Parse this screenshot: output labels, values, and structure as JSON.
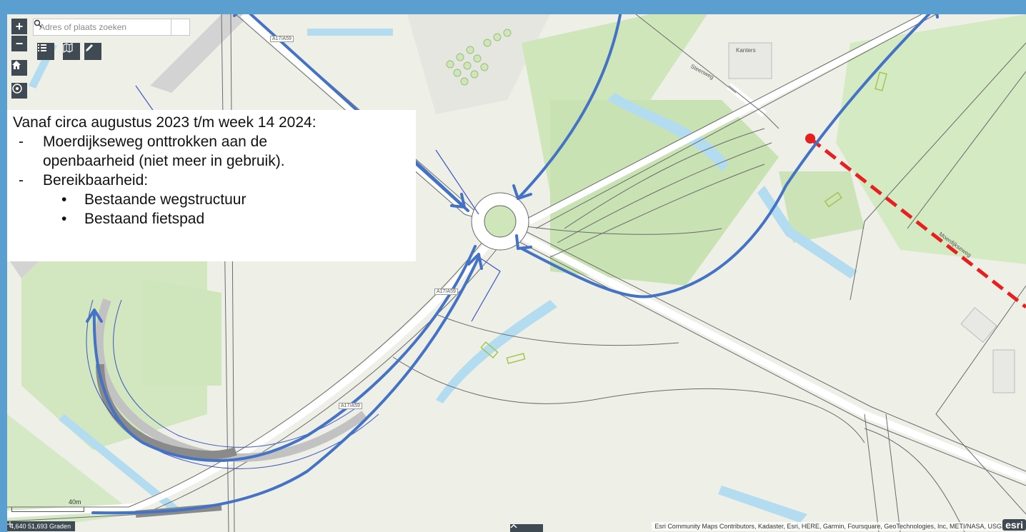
{
  "search": {
    "placeholder": "Adres of plaats zoeken"
  },
  "controls": {
    "zoom_in_label": "+",
    "zoom_out_label": "−"
  },
  "notice": {
    "heading": "Vanaf circa augustus 2023 t/m week 14 2024:",
    "dash": "-",
    "bullet": "•",
    "item1_line1": "Moerdijkseweg onttrokken aan de",
    "item1_line2": "openbaarheid (niet meer in gebruik).",
    "item2": "Bereikbaarheid:",
    "sub1": "Bestaande wegstructuur",
    "sub2": "Bestaand fietspad"
  },
  "map_labels": {
    "kanters": "Kanters",
    "steenweg": "Steenweg",
    "moerdijkseweg": "Moerdijkseweg",
    "a17_top": "A17/A59",
    "a17_mid": "A17/A59",
    "a17_low": "A17/A59"
  },
  "scale": {
    "label": "40m"
  },
  "coords": {
    "value": "4,640 51,693 Graden"
  },
  "attribution": "Esri Community Maps Contributors, Kadaster, Esri, HERE, Garmin, Foursquare, GeoTechnologies, Inc, METI/NASA, USGS",
  "logo": "esri",
  "colors": {
    "frame": "#5a9fd0",
    "arrow": "#4472c4",
    "closed_route": "#e81f1f",
    "water": "#b3dcf0",
    "green": "#cde5b8"
  }
}
